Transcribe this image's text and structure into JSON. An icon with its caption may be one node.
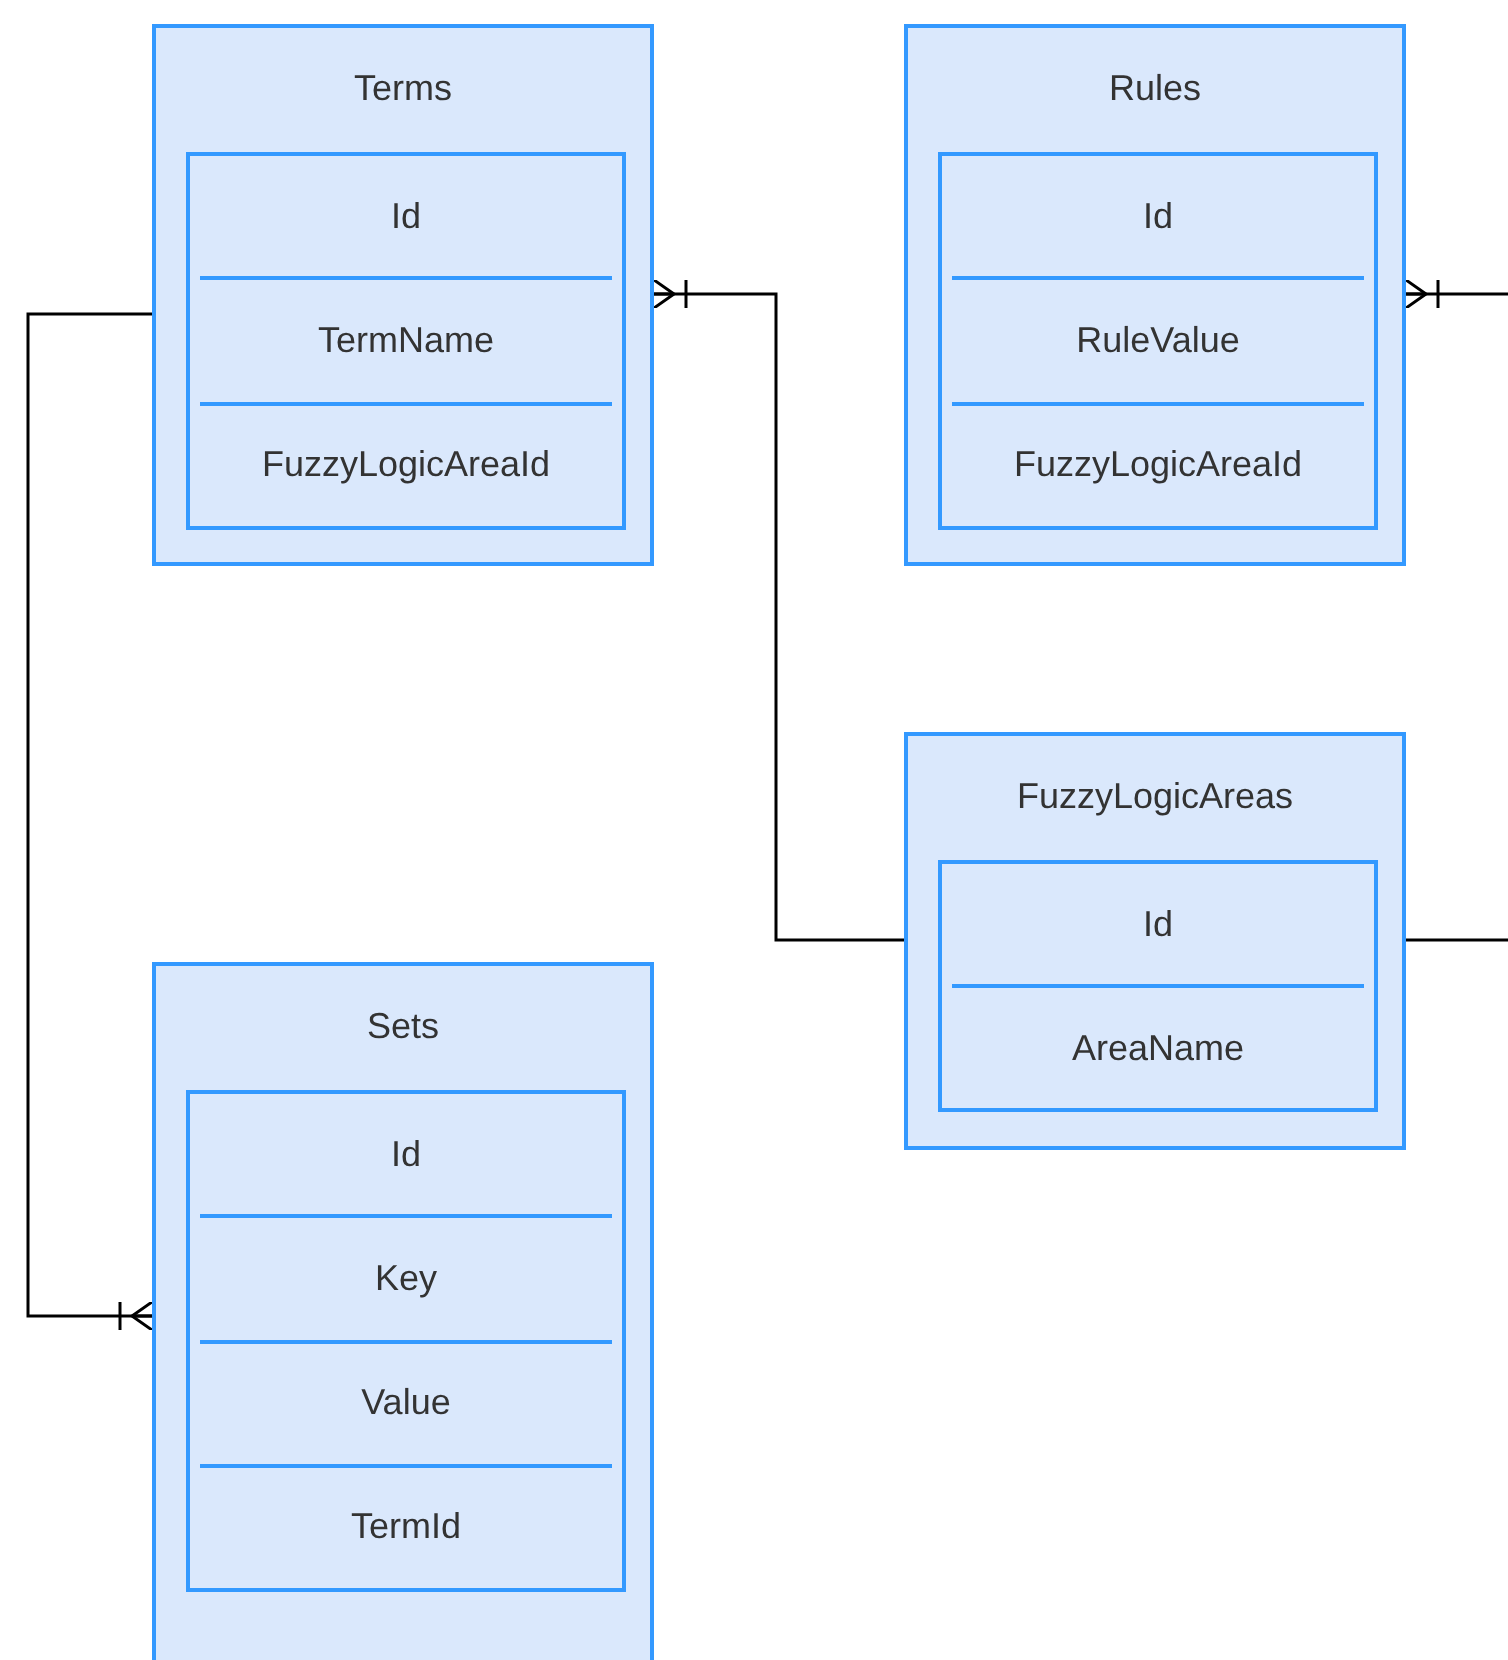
{
  "diagram": {
    "nodes": [
      {
        "text": [
          "Terms"
        ]
      },
      {
        "text": [
          "Id",
          "TermName",
          "FuzzyLogicAreaId"
        ],
        "in": 0
      },
      {
        "text": [
          "Rules"
        ]
      },
      {
        "text": [
          "Id",
          "RuleValue",
          "FuzzyLogicAreaId"
        ],
        "in": 2
      },
      {
        "text": [
          "FuzzyLogicAreas"
        ]
      },
      {
        "text": [
          "Id",
          "AreaName"
        ],
        "in": 4
      },
      {
        "text": [
          "Sets"
        ]
      },
      {
        "text": [
          "Id",
          "Key",
          "Value",
          "TermId"
        ],
        "in": 6
      }
    ],
    "edges": [
      {
        "from": 0,
        "to": 6,
        "arrow": "other"
      },
      {
        "from": 4,
        "to": 0,
        "arrow": "other"
      },
      {
        "from": null,
        "to": 2,
        "arrow": "other"
      },
      {
        "from": 4,
        "to": null,
        "arrow": "none"
      }
    ]
  }
}
